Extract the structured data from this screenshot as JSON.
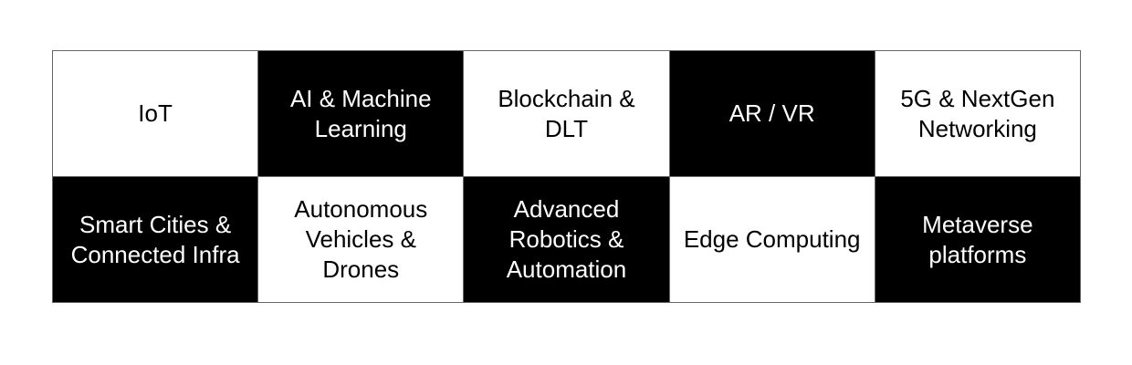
{
  "page": {
    "background_color": "#ffffff"
  },
  "grid": {
    "description": "Checkerboard table of emerging technology categories",
    "colors": {
      "light_cell_bg": "#ffffff",
      "light_cell_text": "#000000",
      "dark_cell_bg": "#000000",
      "dark_cell_text": "#ffffff",
      "border": "#666666"
    },
    "rows": [
      {
        "cells": [
          {
            "label": "IoT",
            "variant": "light"
          },
          {
            "label": "AI & Machine\nLearning",
            "variant": "dark"
          },
          {
            "label": "Blockchain &\nDLT",
            "variant": "light"
          },
          {
            "label": "AR / VR",
            "variant": "dark"
          },
          {
            "label": "5G & NextGen\nNetworking",
            "variant": "light"
          }
        ]
      },
      {
        "cells": [
          {
            "label": "Smart Cities &\nConnected Infra",
            "variant": "dark"
          },
          {
            "label": "Autonomous\nVehicles &\nDrones",
            "variant": "light"
          },
          {
            "label": "Advanced\nRobotics &\nAutomation",
            "variant": "dark"
          },
          {
            "label": "Edge Computing",
            "variant": "light"
          },
          {
            "label": "Metaverse\nplatforms",
            "variant": "dark"
          }
        ]
      }
    ]
  }
}
